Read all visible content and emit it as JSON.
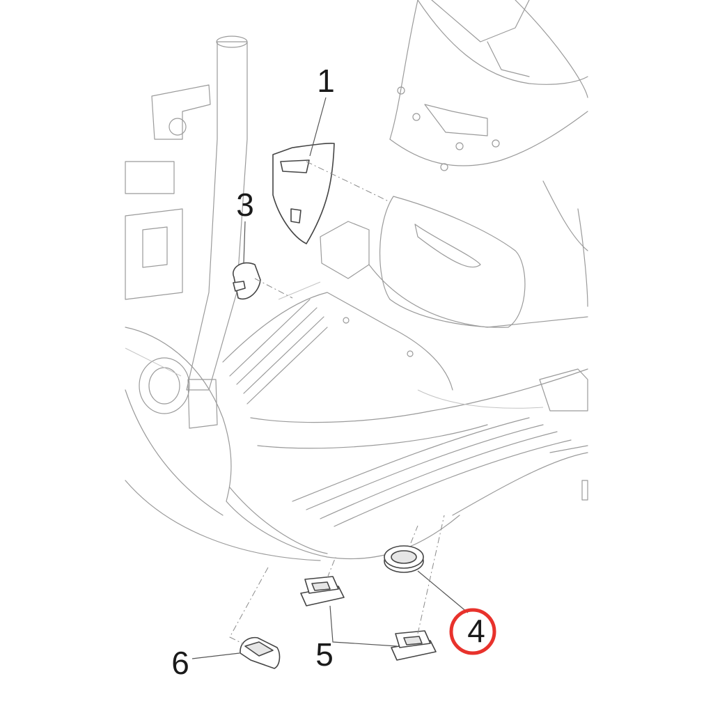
{
  "callouts": [
    {
      "id": "1",
      "label": "1"
    },
    {
      "id": "3",
      "label": "3"
    },
    {
      "id": "4",
      "label": "4"
    },
    {
      "id": "5",
      "label": "5"
    },
    {
      "id": "6",
      "label": "6"
    }
  ],
  "highlight": {
    "label": "4",
    "color": "#e8322c"
  },
  "colors": {
    "line": "#9a9a9a",
    "part": "#444444",
    "text": "#1a1a1a"
  }
}
